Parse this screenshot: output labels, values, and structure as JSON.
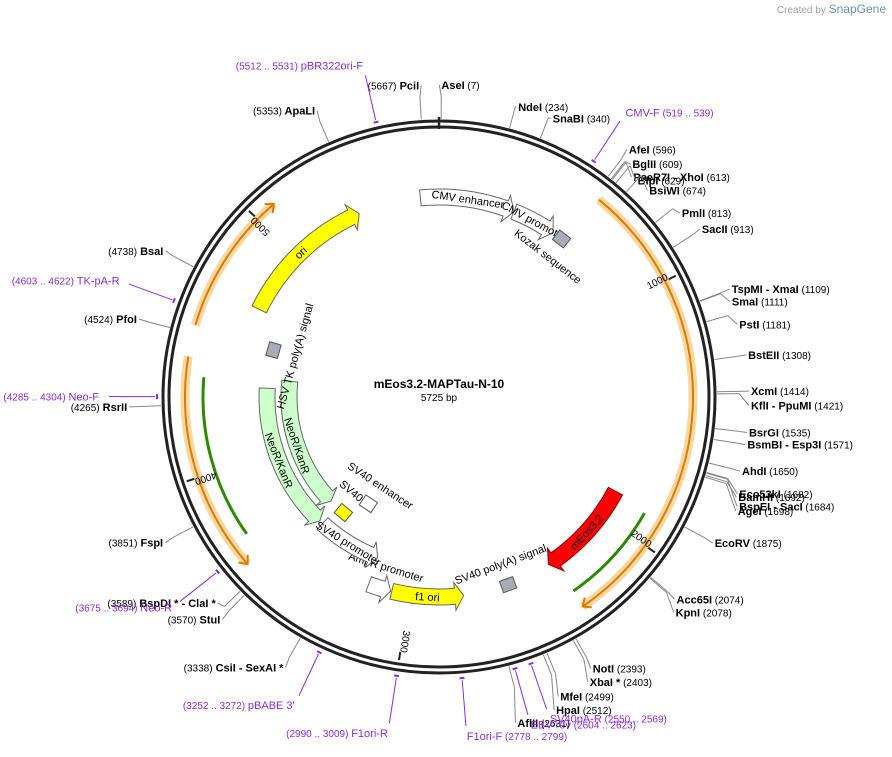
{
  "app": {
    "brand_prefix": "Created by",
    "brand": "SnapGene"
  },
  "plasmid": {
    "name": "mEos3.2-MAPTau-N-10",
    "length_label": "5725 bp",
    "length": 5725
  },
  "colors": {
    "ori": "#ffff00",
    "promoter": "#ffffff",
    "neo": "#ccffcc",
    "eos": "#ff0000",
    "polya": "#a8adb3",
    "primer": "#8a2be2",
    "orf": "#e07b00",
    "backbone": "#222222"
  },
  "ticks": [
    {
      "label": "1000",
      "pos": 1000
    },
    {
      "label": "2000",
      "pos": 2000
    },
    {
      "label": "3000",
      "pos": 3000
    },
    {
      "label": "4000",
      "pos": 4000
    },
    {
      "label": "5000",
      "pos": 5000
    }
  ],
  "features": [
    {
      "name": "ori",
      "label": "ori",
      "start": 4707,
      "end": 5351,
      "kind": "ori",
      "dir": 1,
      "ring": 0
    },
    {
      "name": "cmv-enhancer",
      "label": "CMV enhancer",
      "start": 5640,
      "end": 350,
      "kind": "promoter",
      "dir": 1,
      "ring": 0
    },
    {
      "name": "cmv-promoter",
      "label": "CMV promoter",
      "start": 350,
      "end": 553,
      "kind": "promoter",
      "dir": 1,
      "ring": 0
    },
    {
      "name": "kozak",
      "label": "Kozak sequence",
      "start": 596,
      "end": 606,
      "kind": "polya",
      "dir": 0,
      "ring": 0
    },
    {
      "name": "meos32",
      "label": "mEos3.2",
      "start": 1878,
      "end": 2335,
      "kind": "eos",
      "dir": 1,
      "ring": 0
    },
    {
      "name": "sv40-polya",
      "label": "SV40 poly(A) signal",
      "start": 2480,
      "end": 2602,
      "kind": "polya",
      "dir": 0,
      "ring": 0
    },
    {
      "name": "f1-ori",
      "label": "f1 ori",
      "start": 2750,
      "end": 3080,
      "kind": "ori",
      "dir": -1,
      "ring": 0
    },
    {
      "name": "ampr-promoter",
      "label": "AmpR promoter",
      "start": 3085,
      "end": 3190,
      "kind": "promoter",
      "dir": -1,
      "ring": 0
    },
    {
      "name": "sv40-promoter",
      "label": "SV40 promoter",
      "start": 3195,
      "end": 3540,
      "kind": "promoter",
      "dir": -1,
      "ring": 1
    },
    {
      "name": "sv40-ori",
      "label": "SV40 ori",
      "start": 3455,
      "end": 3530,
      "kind": "ori",
      "dir": 0,
      "ring": 2
    },
    {
      "name": "sv40-enhancer",
      "label": "SV40 enhancer",
      "start": 3340,
      "end": 3450,
      "kind": "promoter",
      "dir": 0,
      "ring": 3
    },
    {
      "name": "neo-inner",
      "label": "NeoR/KanR",
      "start": 3595,
      "end": 4390,
      "kind": "neo",
      "dir": -1,
      "ring": 2
    },
    {
      "name": "neo-outer",
      "label": "NeoR/KanR",
      "start": 3560,
      "end": 4340,
      "kind": "neo",
      "dir": -1,
      "ring": 1
    },
    {
      "name": "hsv-tk-polya",
      "label": "HSV TK poly(A) signal",
      "start": 4530,
      "end": 4560,
      "kind": "polya",
      "dir": 0,
      "ring": 1
    }
  ],
  "orfs": [
    {
      "start": 620,
      "end": 2315,
      "dir": 1
    },
    {
      "start": 3640,
      "end": 4440,
      "dir": -1
    },
    {
      "start": 4555,
      "end": 5080,
      "dir": 1
    }
  ],
  "green_orfs": [
    {
      "start": 1900,
      "end": 2310,
      "dir": -1
    },
    {
      "start": 3730,
      "end": 4370,
      "dir": -1
    }
  ],
  "sites": [
    {
      "name": "PciI",
      "label": "PciI",
      "pos_label": "(5667)",
      "pos": 5667
    },
    {
      "name": "AseI",
      "label": "AseI",
      "pos_label": "(7)",
      "pos": 7
    },
    {
      "name": "NdeI",
      "label": "NdeI",
      "pos_label": "(234)",
      "pos": 234
    },
    {
      "name": "SnaBI",
      "label": "SnaBI",
      "pos_label": "(340)",
      "pos": 340
    },
    {
      "name": "AfeI",
      "label": "AfeI",
      "pos_label": "(596)",
      "pos": 596
    },
    {
      "name": "BglII",
      "label": "BglII",
      "pos_label": "(609)",
      "pos": 609
    },
    {
      "name": "PaeR7I",
      "label": "PaeR7I  - XhoI",
      "pos_label": "(613)",
      "pos": 613
    },
    {
      "name": "BlpI",
      "label": "BlpI",
      "pos_label": "(629)",
      "pos": 629
    },
    {
      "name": "BsiWI",
      "label": "BsiWI",
      "pos_label": "(674)",
      "pos": 674
    },
    {
      "name": "PmlI",
      "label": "PmlI",
      "pos_label": "(813)",
      "pos": 813
    },
    {
      "name": "SacII",
      "label": "SacII",
      "pos_label": "(913)",
      "pos": 913
    },
    {
      "name": "TspMI",
      "label": "TspMI  - XmaI",
      "pos_label": "(1109)",
      "pos": 1109
    },
    {
      "name": "SmaI",
      "label": "SmaI",
      "pos_label": "(1111)",
      "pos": 1111
    },
    {
      "name": "PstI",
      "label": "PstI",
      "pos_label": "(1181)",
      "pos": 1181
    },
    {
      "name": "BstEII",
      "label": "BstEII",
      "pos_label": "(1308)",
      "pos": 1308
    },
    {
      "name": "XcmI",
      "label": "XcmI",
      "pos_label": "(1414)",
      "pos": 1414
    },
    {
      "name": "KflI",
      "label": "KflI  - PpuMI",
      "pos_label": "(1421)",
      "pos": 1421
    },
    {
      "name": "BsrGI",
      "label": "BsrGI",
      "pos_label": "(1535)",
      "pos": 1535
    },
    {
      "name": "BsmBI",
      "label": "BsmBI  - Esp3I",
      "pos_label": "(1571)",
      "pos": 1571
    },
    {
      "name": "AhdI",
      "label": "AhdI",
      "pos_label": "(1650)",
      "pos": 1650
    },
    {
      "name": "Eco53kI",
      "label": "Eco53kI",
      "pos_label": "(1682)",
      "pos": 1682
    },
    {
      "name": "BspEI",
      "label": "BspEI  - SacI",
      "pos_label": "(1684)",
      "pos": 1684
    },
    {
      "name": "BamHI",
      "label": "BamHI",
      "pos_label": "(1692)",
      "pos": 1692
    },
    {
      "name": "AgeI",
      "label": "AgeI",
      "pos_label": "(1698)",
      "pos": 1698
    },
    {
      "name": "EcoRV",
      "label": "EcoRV",
      "pos_label": "(1875)",
      "pos": 1875
    },
    {
      "name": "Acc65I",
      "label": "Acc65I",
      "pos_label": "(2074)",
      "pos": 2074
    },
    {
      "name": "KpnI",
      "label": "KpnI",
      "pos_label": "(2078)",
      "pos": 2078
    },
    {
      "name": "NotI",
      "label": "NotI",
      "pos_label": "(2393)",
      "pos": 2393
    },
    {
      "name": "XbaI",
      "label": "XbaI *",
      "pos_label": "(2403)",
      "pos": 2403
    },
    {
      "name": "MfeI",
      "label": "MfeI",
      "pos_label": "(2499)",
      "pos": 2499
    },
    {
      "name": "HpaI",
      "label": "HpaI",
      "pos_label": "(2512)",
      "pos": 2512
    },
    {
      "name": "AflII",
      "label": "AflII",
      "pos_label": "(2631)",
      "pos": 2631
    },
    {
      "name": "CsiI",
      "label": "CsiI  - SexAI *",
      "pos_label": "(3338)",
      "pos": 3338
    },
    {
      "name": "StuI",
      "label": "StuI",
      "pos_label": "(3570)",
      "pos": 3570
    },
    {
      "name": "BspDI",
      "label": "BspDI *  - ClaI *",
      "pos_label": "(3589)",
      "pos": 3589
    },
    {
      "name": "FspI",
      "label": "FspI",
      "pos_label": "(3851)",
      "pos": 3851
    },
    {
      "name": "RsrII",
      "label": "RsrII",
      "pos_label": "(4265)",
      "pos": 4265
    },
    {
      "name": "PfoI",
      "label": "PfoI",
      "pos_label": "(4524)",
      "pos": 4524
    },
    {
      "name": "BsaI",
      "label": "BsaI",
      "pos_label": "(4738)",
      "pos": 4738
    },
    {
      "name": "ApaLI",
      "label": "ApaLI",
      "pos_label": "(5353)",
      "pos": 5353
    }
  ],
  "primers": [
    {
      "name": "pBR322ori-F",
      "label": "pBR322ori-F",
      "range_label": "(5512 .. 5531)",
      "pos": 5520
    },
    {
      "name": "CMV-F",
      "label": "CMV-F",
      "range_label": "(519 .. 539)",
      "pos": 529
    },
    {
      "name": "TK-pA-R",
      "label": "TK-pA-R",
      "range_label": "(4603 .. 4622)",
      "pos": 4612
    },
    {
      "name": "Neo-F",
      "label": "Neo-F",
      "range_label": "(4285 .. 4304)",
      "pos": 4295
    },
    {
      "name": "Neo-R",
      "label": "Neo-R",
      "range_label": "(3675 .. 3694)",
      "pos": 3685
    },
    {
      "name": "pBABE3",
      "label": "pBABE 3'",
      "range_label": "(3252 .. 3272)",
      "pos": 3262
    },
    {
      "name": "F1ori-R",
      "label": "F1ori-R",
      "range_label": "(2990 .. 3009)",
      "pos": 3000
    },
    {
      "name": "F1ori-F",
      "label": "F1ori-F",
      "range_label": "(2778 .. 2799)",
      "pos": 2788
    },
    {
      "name": "EBV-rev",
      "label": "EBV-rev",
      "range_label": "(2604 .. 2623)",
      "pos": 2614
    },
    {
      "name": "SV40pA-R",
      "label": "SV40pA-R",
      "range_label": "(2550 .. 2569)",
      "pos": 2560
    }
  ]
}
